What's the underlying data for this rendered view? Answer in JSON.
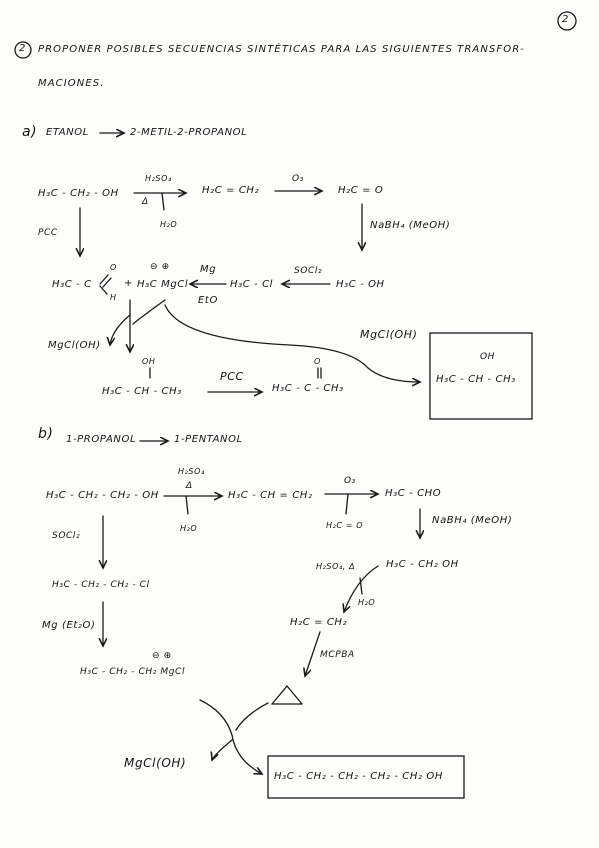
{
  "page_number": "2",
  "problem": {
    "number": "2",
    "title_line1": "PROPONER POSIBLES SECUENCIAS SINTÉTICAS PARA LAS SIGUIENTES TRANSFOR-",
    "title_line2": "MACIONES."
  },
  "part_a": {
    "label": "a)",
    "start": "ETANOL",
    "target": "2-METIL-2-PROPANOL",
    "ethanol": "H₃C - CH₂ - OH",
    "reagent_dehydration_top": "H₂SO₄",
    "reagent_dehydration_heat": "Δ",
    "water_out": "H₂O",
    "ethene": "H₂C = CH₂",
    "ozone": "O₃",
    "formaldehyde": "H₂C = O",
    "reducer": "NaBH₄ (MeOH)",
    "pcc_down": "PCC",
    "acetaldehyde_main": "H₃C - C",
    "acetaldehyde_O": "O",
    "acetaldehyde_H": "H",
    "plus": "+",
    "charges": "⊖ ⊕",
    "grignard": "H₃C MgCl",
    "mg": "Mg",
    "ether": "EtO",
    "methyl_chloride": "H₃C - Cl",
    "socl2": "SOCl₂",
    "methanol": "H₃C - OH",
    "byproduct_left": "MgCl(OH)",
    "byproduct_right": "MgCl(OH)",
    "isopropanol_oh": "OH",
    "isopropanol": "H₃C - CH - CH₃",
    "pcc_right": "PCC",
    "acetone_o": "O",
    "acetone": "H₃C - C - CH₃",
    "product_oh": "OH",
    "product": "H₃C - CH - CH₃"
  },
  "part_b": {
    "label": "b)",
    "start": "1-PROPANOL",
    "target": "1-PENTANOL",
    "propanol": "H₃C - CH₂ - CH₂ - OH",
    "h2so4": "H₂SO₄",
    "heat": "Δ",
    "water_out": "H₂O",
    "propene": "H₃C - CH = CH₂",
    "ozone": "O₃",
    "acetaldehyde": "H₃C - CHO",
    "formaldehyde_out": "H₂C = O",
    "reducer": "NaBH₄ (MeOH)",
    "socl2": "SOCl₂",
    "ethanol": "H₃C - CH₂ OH",
    "h2so4_heat": "H₂SO₄, Δ",
    "water_out2": "H₂O",
    "propyl_chloride": "H₃C - CH₂ - CH₂ - Cl",
    "mg_ether": "Mg (Et₂O)",
    "ethene": "H₂C = CH₂",
    "mcpba": "MCPBA",
    "charges": "⊖ ⊕",
    "grignard": "H₃C - CH₂ - CH₂ MgCl",
    "byproduct": "MgCl(OH)",
    "product": "H₃C - CH₂ - CH₂ - CH₂ - CH₂ OH"
  }
}
